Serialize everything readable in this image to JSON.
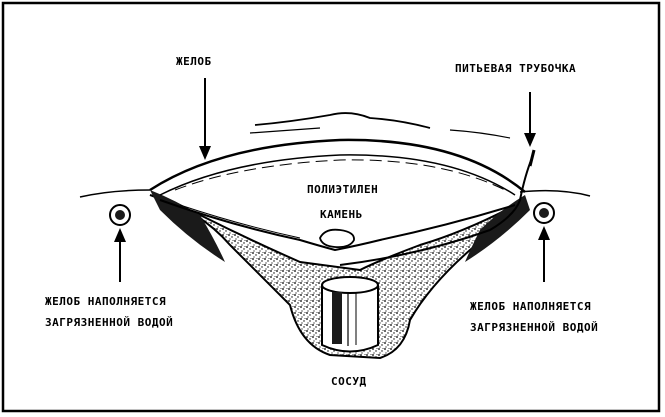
{
  "colors": {
    "ink": "#000000",
    "paper": "#ffffff",
    "soil": "#3a3a3a"
  },
  "labels": {
    "trough_top": "ЖЕЛОБ",
    "drinking_tube": "ПИТЬЕВАЯ ТРУБОЧКА",
    "polyethylene": "ПОЛИЭТИЛЕН",
    "stone": "КАМЕНЬ",
    "vessel": "СОСУД",
    "left_line1": "ЖЕЛОБ НАПОЛНЯЕТСЯ",
    "left_line2": "ЗАГРЯЗНЕННОЙ ВОДОЙ",
    "right_line1": "ЖЕЛОБ НАПОЛНЯЕТСЯ",
    "right_line2": "ЗАГРЯЗНЕННОЙ ВОДОЙ"
  }
}
